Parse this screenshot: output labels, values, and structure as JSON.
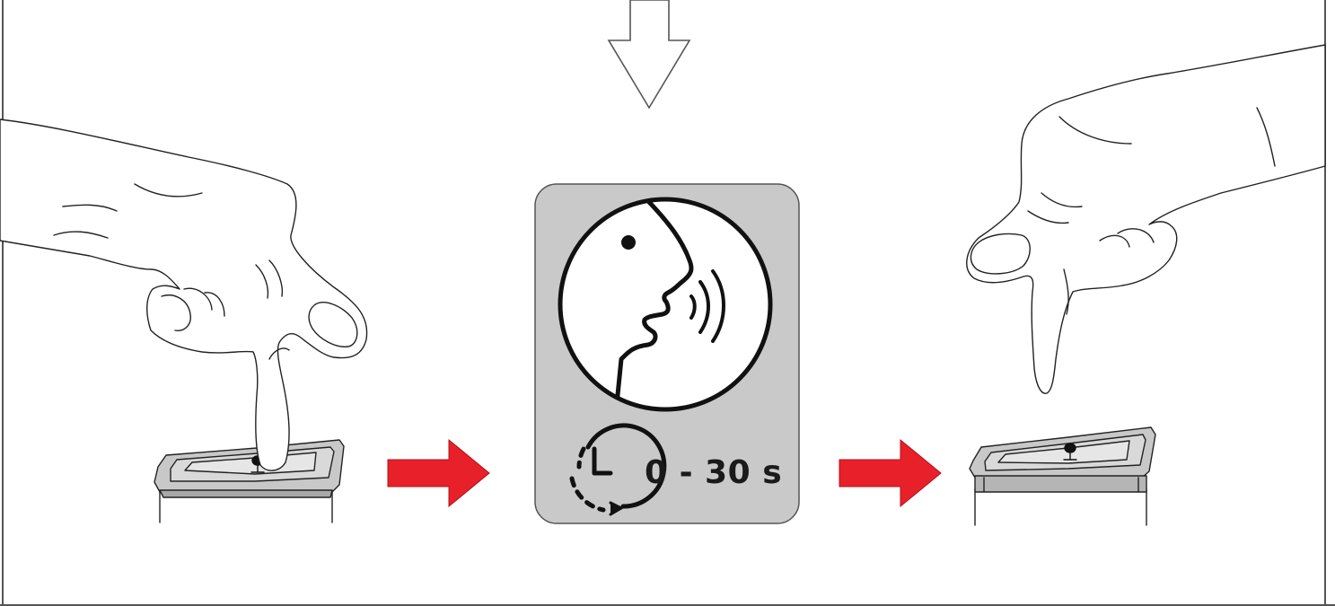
{
  "duration": {
    "text": "0 - 30 s",
    "icon": "timer-icon"
  },
  "steps": [
    {
      "id": "press-button",
      "icon": "hand-pressing-microphone-button-icon"
    },
    {
      "id": "speak",
      "icon": "speaking-head-icon"
    },
    {
      "id": "release-button",
      "icon": "hand-releasing-microphone-button-icon"
    }
  ],
  "arrows": {
    "top": "outline-down-arrow-icon",
    "transition": "red-right-arrow-icon"
  },
  "colors": {
    "arrow_red": "#e8202a",
    "panel_gray": "#c9c9c9",
    "line": "#1a1a1a",
    "frame": "#555555"
  }
}
